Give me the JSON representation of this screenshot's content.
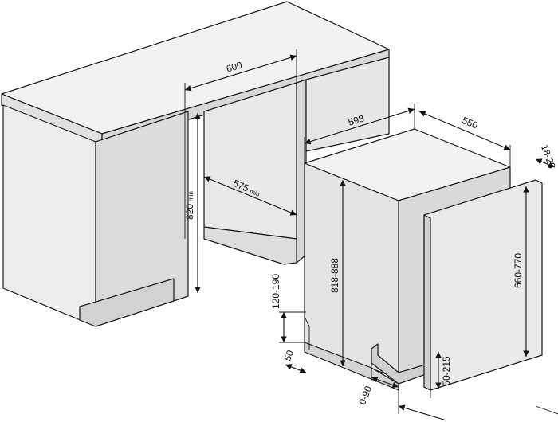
{
  "diagram": {
    "colors": {
      "face": "#e6e6e6",
      "top": "#f2f2f2",
      "dark": "#cfcfcf",
      "line": "#1a1a1a",
      "background": "#ffffff"
    },
    "cabinet": {
      "width_label": "600",
      "depth_label": "575",
      "depth_suffix": "min",
      "height_label": "820",
      "height_suffix": "min"
    },
    "appliance": {
      "width_label": "598",
      "depth_label": "550",
      "height_label": "818-888",
      "door_thickness_label": "18-28",
      "door_height_label": "660-770",
      "plinth_height_label": "120-190",
      "plinth_offset_label": "50",
      "foot_adjust_label": "0-90",
      "door_gap_label": "50-215"
    }
  }
}
